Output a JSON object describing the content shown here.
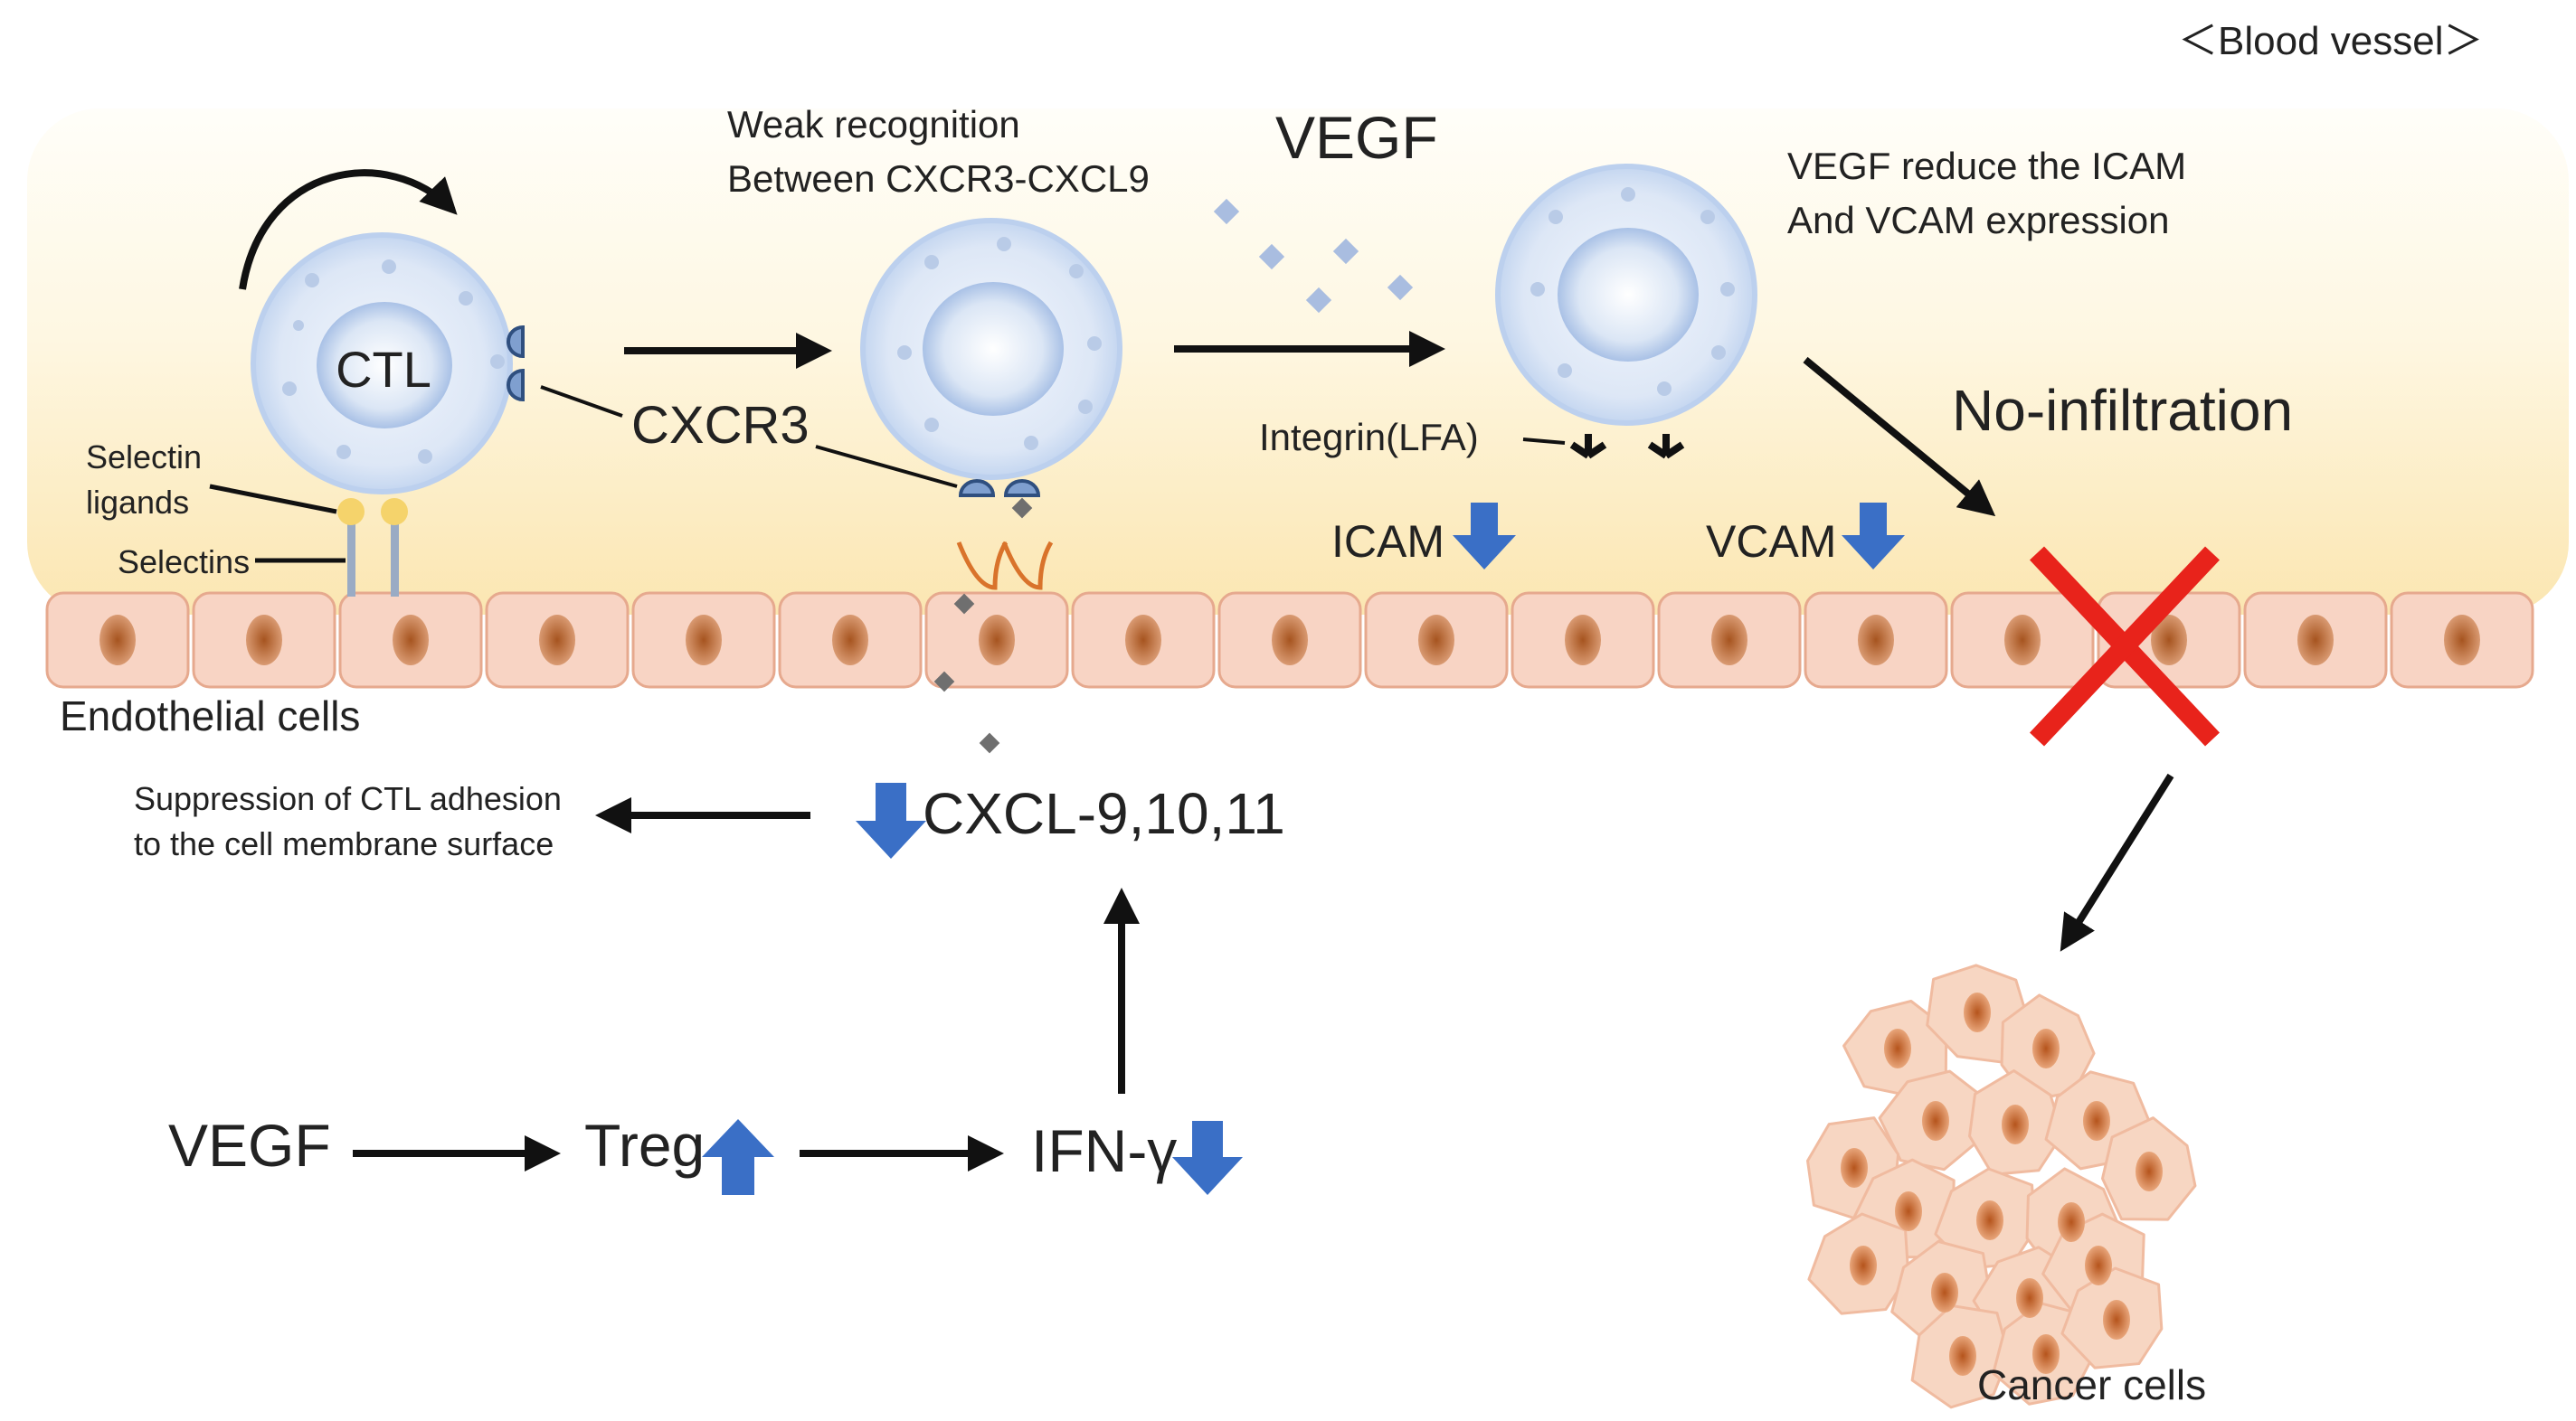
{
  "labels": {
    "blood_vessel": "＜Blood vessel＞",
    "ctl": "CTL",
    "weak_line1": "Weak recognition",
    "weak_line2": "Between CXCR3-CXCL9",
    "vegf_top": "VEGF",
    "vegf_reduce_line1": "VEGF reduce the ICAM",
    "vegf_reduce_line2": "And VCAM expression",
    "cxcr3": "CXCR3",
    "integrin": "Integrin(LFA)",
    "no_infiltration": "No-infiltration",
    "selectin_ligands_line1": "Selectin",
    "selectin_ligands_line2": "ligands",
    "selectins": "Selectins",
    "icam": "ICAM",
    "vcam": "VCAM",
    "endothelial": "Endothelial cells",
    "suppression_line1": "Suppression of CTL adhesion",
    "suppression_line2": "to the cell membrane surface",
    "cxcl": "CXCL-9,10,11",
    "vegf_bottom": "VEGF",
    "treg": "Treg",
    "ifn": "IFN-γ",
    "cancer": "Cancer cells"
  },
  "colors": {
    "vessel_top": "#fffdf6",
    "vessel_bottom": "#fbe7b4",
    "endothelial_fill": "#f8d4c4",
    "endothelial_stroke": "#e6a98e",
    "nucleus": "#b3642c",
    "cell_ring": "#c8d8f0",
    "cell_nucleus": "#e4ecf8",
    "arrow": "#111111",
    "blue_arrow": "#3a6fc6",
    "red_x": "#e8231b",
    "ligand": "#f5d36b",
    "selectin": "#9aabc4"
  }
}
